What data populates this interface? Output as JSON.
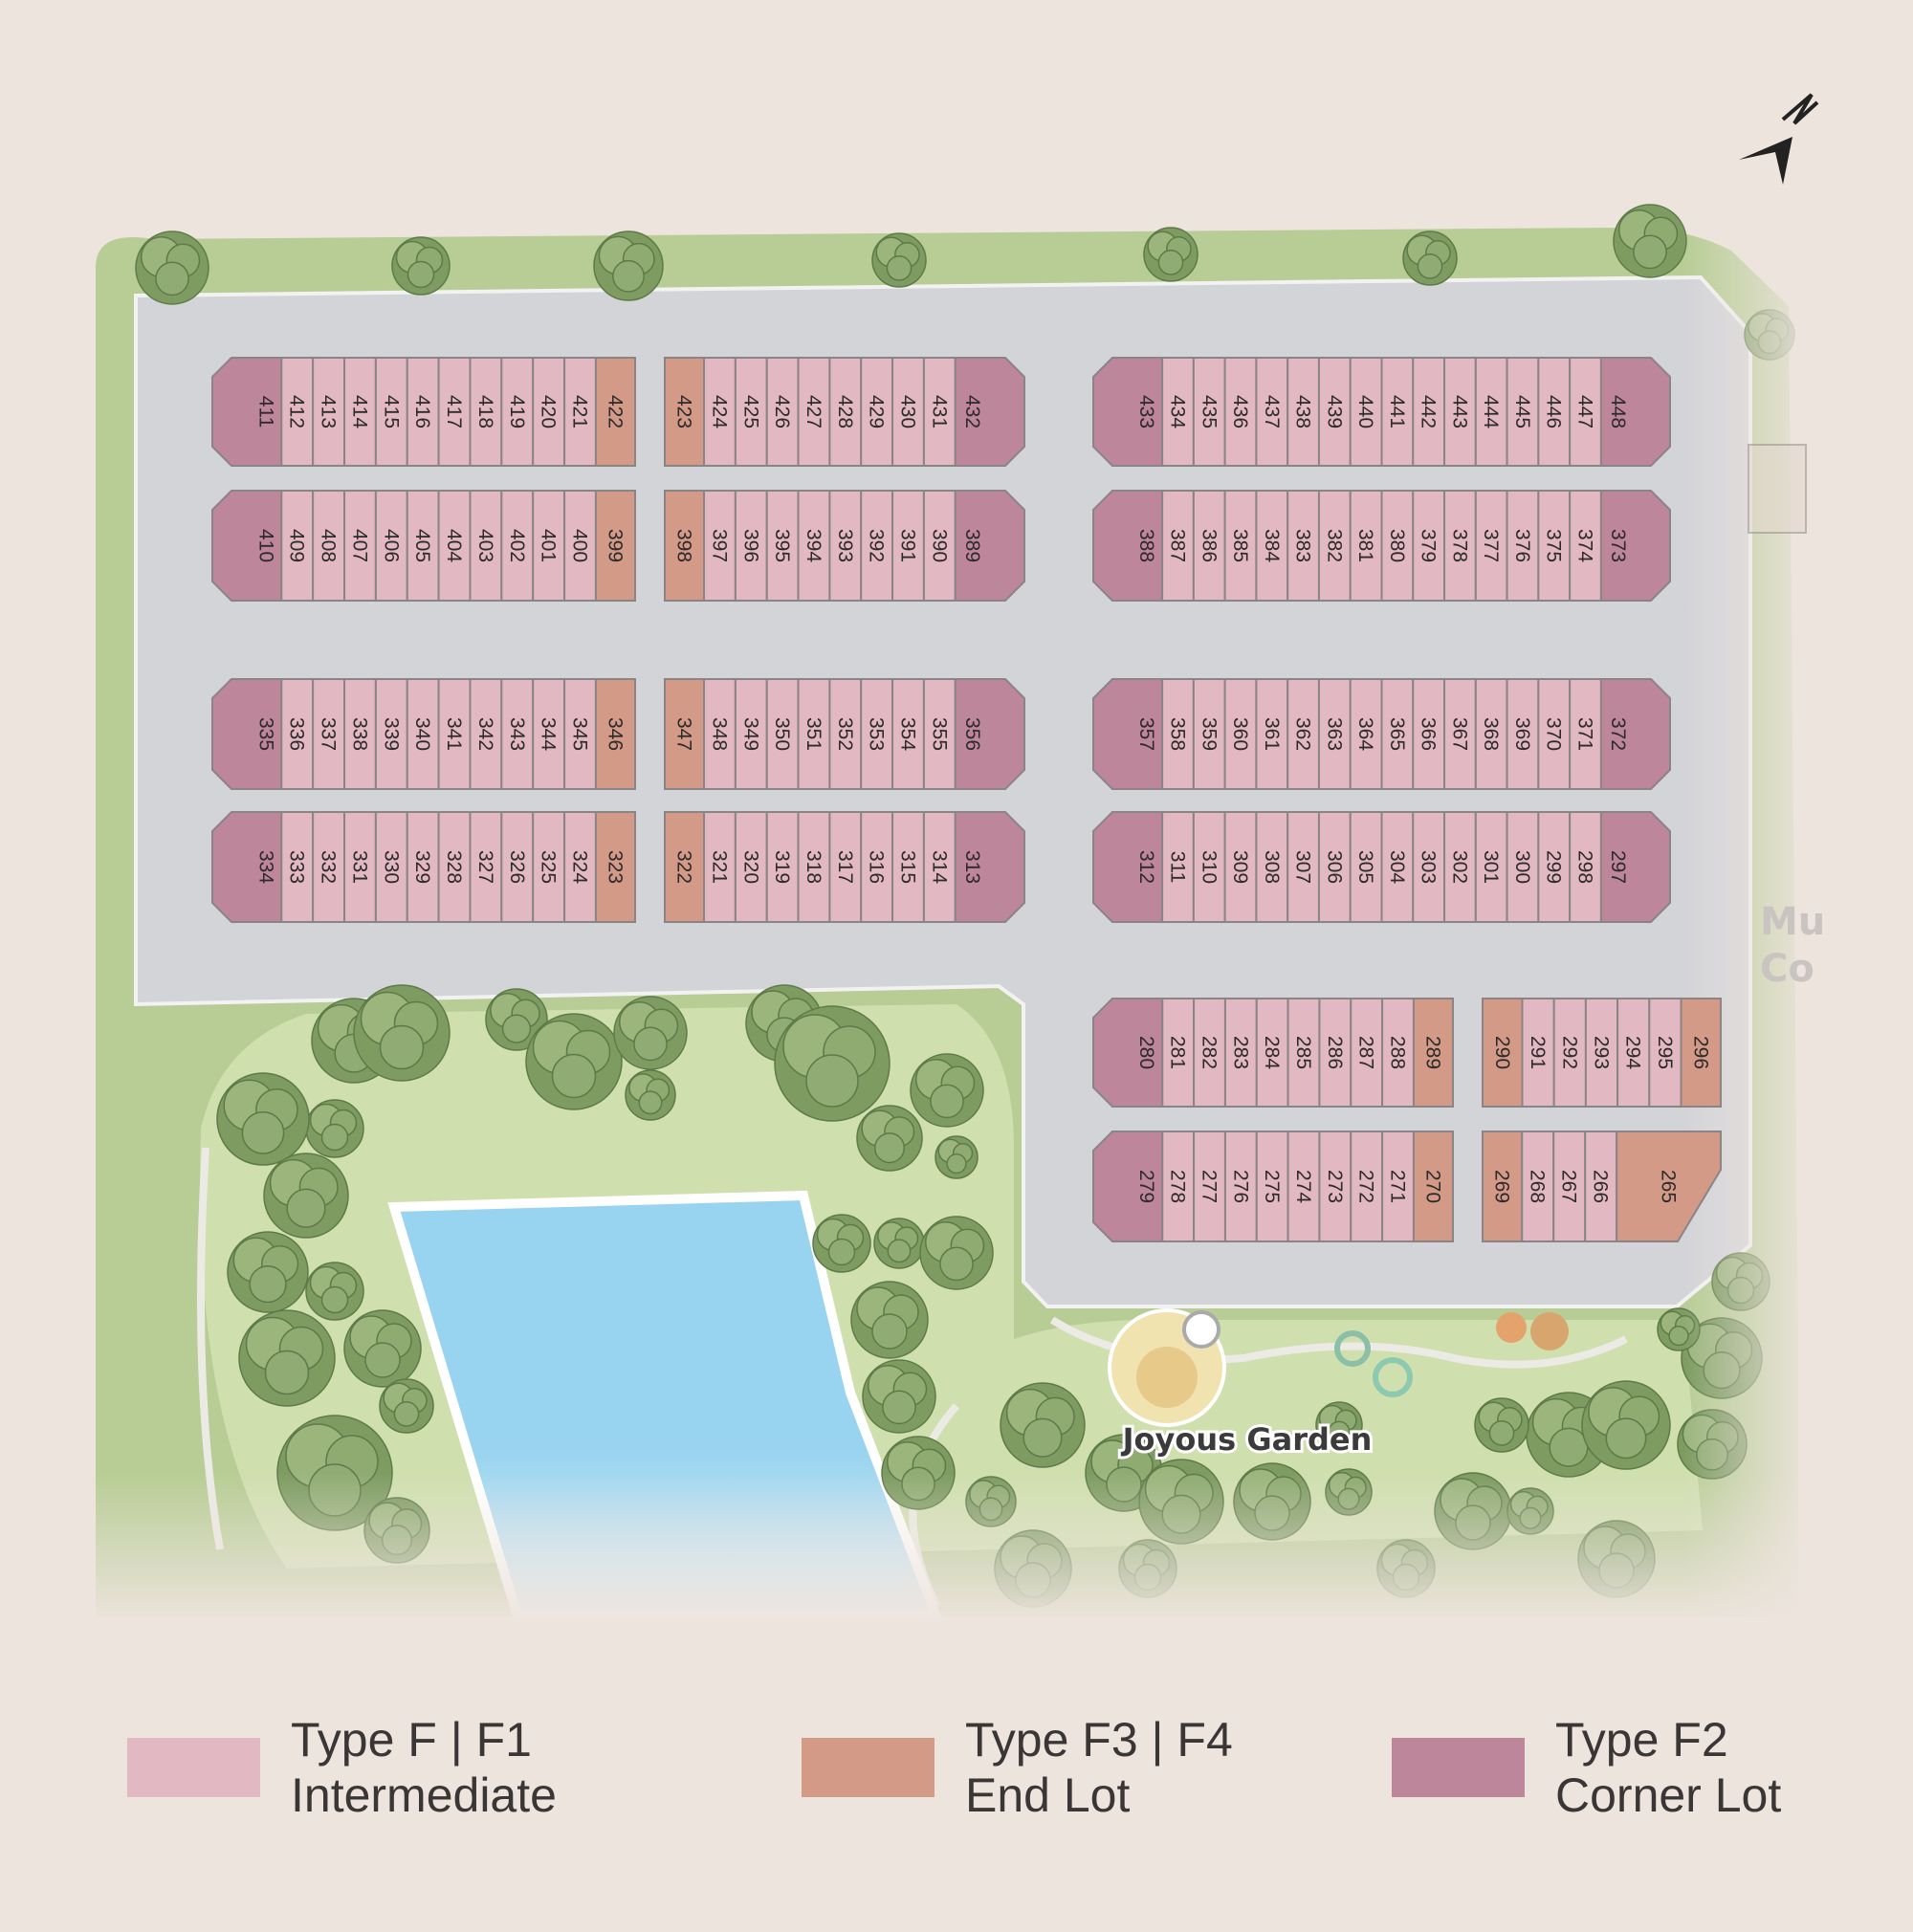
{
  "colors": {
    "background": "#ede4de",
    "road": "#d3d4d8",
    "grass": "#b8cd95",
    "pond": "#98d3ef",
    "intermediate": "#e2b8c3",
    "end_lot": "#d49a88",
    "corner_lot": "#bd869b",
    "lot_border": "#8a8486"
  },
  "compass": {
    "label": "N",
    "icon": "north-arrow-icon"
  },
  "labels": {
    "garden": "Joyous Garden",
    "clipped_facility_line1": "Mu",
    "clipped_facility_line2": "Co"
  },
  "blocks": [
    {
      "id": "A-left",
      "lots": [
        [
          "411",
          "corner"
        ],
        [
          "412",
          "int"
        ],
        [
          "413",
          "int"
        ],
        [
          "414",
          "int"
        ],
        [
          "415",
          "int"
        ],
        [
          "416",
          "int"
        ],
        [
          "417",
          "int"
        ],
        [
          "418",
          "int"
        ],
        [
          "419",
          "int"
        ],
        [
          "420",
          "int"
        ],
        [
          "421",
          "int"
        ],
        [
          "422",
          "end"
        ]
      ]
    },
    {
      "id": "A-mid",
      "lots": [
        [
          "423",
          "end"
        ],
        [
          "424",
          "int"
        ],
        [
          "425",
          "int"
        ],
        [
          "426",
          "int"
        ],
        [
          "427",
          "int"
        ],
        [
          "428",
          "int"
        ],
        [
          "429",
          "int"
        ],
        [
          "430",
          "int"
        ],
        [
          "431",
          "int"
        ],
        [
          "432",
          "corner"
        ]
      ]
    },
    {
      "id": "A-right",
      "lots": [
        [
          "433",
          "corner"
        ],
        [
          "434",
          "int"
        ],
        [
          "435",
          "int"
        ],
        [
          "436",
          "int"
        ],
        [
          "437",
          "int"
        ],
        [
          "438",
          "int"
        ],
        [
          "439",
          "int"
        ],
        [
          "440",
          "int"
        ],
        [
          "441",
          "int"
        ],
        [
          "442",
          "int"
        ],
        [
          "443",
          "int"
        ],
        [
          "444",
          "int"
        ],
        [
          "445",
          "int"
        ],
        [
          "446",
          "int"
        ],
        [
          "447",
          "int"
        ],
        [
          "448",
          "corner"
        ]
      ]
    },
    {
      "id": "B-left",
      "lots": [
        [
          "410",
          "corner"
        ],
        [
          "409",
          "int"
        ],
        [
          "408",
          "int"
        ],
        [
          "407",
          "int"
        ],
        [
          "406",
          "int"
        ],
        [
          "405",
          "int"
        ],
        [
          "404",
          "int"
        ],
        [
          "403",
          "int"
        ],
        [
          "402",
          "int"
        ],
        [
          "401",
          "int"
        ],
        [
          "400",
          "int"
        ],
        [
          "399",
          "end"
        ]
      ]
    },
    {
      "id": "B-mid",
      "lots": [
        [
          "398",
          "end"
        ],
        [
          "397",
          "int"
        ],
        [
          "396",
          "int"
        ],
        [
          "395",
          "int"
        ],
        [
          "394",
          "int"
        ],
        [
          "393",
          "int"
        ],
        [
          "392",
          "int"
        ],
        [
          "391",
          "int"
        ],
        [
          "390",
          "int"
        ],
        [
          "389",
          "corner"
        ]
      ]
    },
    {
      "id": "B-right",
      "lots": [
        [
          "388",
          "corner"
        ],
        [
          "387",
          "int"
        ],
        [
          "386",
          "int"
        ],
        [
          "385",
          "int"
        ],
        [
          "384",
          "int"
        ],
        [
          "383",
          "int"
        ],
        [
          "382",
          "int"
        ],
        [
          "381",
          "int"
        ],
        [
          "380",
          "int"
        ],
        [
          "379",
          "int"
        ],
        [
          "378",
          "int"
        ],
        [
          "377",
          "int"
        ],
        [
          "376",
          "int"
        ],
        [
          "375",
          "int"
        ],
        [
          "374",
          "int"
        ],
        [
          "373",
          "corner"
        ]
      ]
    },
    {
      "id": "C-left",
      "lots": [
        [
          "335",
          "corner"
        ],
        [
          "336",
          "int"
        ],
        [
          "337",
          "int"
        ],
        [
          "338",
          "int"
        ],
        [
          "339",
          "int"
        ],
        [
          "340",
          "int"
        ],
        [
          "341",
          "int"
        ],
        [
          "342",
          "int"
        ],
        [
          "343",
          "int"
        ],
        [
          "344",
          "int"
        ],
        [
          "345",
          "int"
        ],
        [
          "346",
          "end"
        ]
      ]
    },
    {
      "id": "C-mid",
      "lots": [
        [
          "347",
          "end"
        ],
        [
          "348",
          "int"
        ],
        [
          "349",
          "int"
        ],
        [
          "350",
          "int"
        ],
        [
          "351",
          "int"
        ],
        [
          "352",
          "int"
        ],
        [
          "353",
          "int"
        ],
        [
          "354",
          "int"
        ],
        [
          "355",
          "int"
        ],
        [
          "356",
          "corner"
        ]
      ]
    },
    {
      "id": "C-right",
      "lots": [
        [
          "357",
          "corner"
        ],
        [
          "358",
          "int"
        ],
        [
          "359",
          "int"
        ],
        [
          "360",
          "int"
        ],
        [
          "361",
          "int"
        ],
        [
          "362",
          "int"
        ],
        [
          "363",
          "int"
        ],
        [
          "364",
          "int"
        ],
        [
          "365",
          "int"
        ],
        [
          "366",
          "int"
        ],
        [
          "367",
          "int"
        ],
        [
          "368",
          "int"
        ],
        [
          "369",
          "int"
        ],
        [
          "370",
          "int"
        ],
        [
          "371",
          "int"
        ],
        [
          "372",
          "corner"
        ]
      ]
    },
    {
      "id": "D-left",
      "lots": [
        [
          "334",
          "corner"
        ],
        [
          "333",
          "int"
        ],
        [
          "332",
          "int"
        ],
        [
          "331",
          "int"
        ],
        [
          "330",
          "int"
        ],
        [
          "329",
          "int"
        ],
        [
          "328",
          "int"
        ],
        [
          "327",
          "int"
        ],
        [
          "326",
          "int"
        ],
        [
          "325",
          "int"
        ],
        [
          "324",
          "int"
        ],
        [
          "323",
          "end"
        ]
      ]
    },
    {
      "id": "D-mid",
      "lots": [
        [
          "322",
          "end"
        ],
        [
          "321",
          "int"
        ],
        [
          "320",
          "int"
        ],
        [
          "319",
          "int"
        ],
        [
          "318",
          "int"
        ],
        [
          "317",
          "int"
        ],
        [
          "316",
          "int"
        ],
        [
          "315",
          "int"
        ],
        [
          "314",
          "int"
        ],
        [
          "313",
          "corner"
        ]
      ]
    },
    {
      "id": "D-right",
      "lots": [
        [
          "312",
          "corner"
        ],
        [
          "311",
          "int"
        ],
        [
          "310",
          "int"
        ],
        [
          "309",
          "int"
        ],
        [
          "308",
          "int"
        ],
        [
          "307",
          "int"
        ],
        [
          "306",
          "int"
        ],
        [
          "305",
          "int"
        ],
        [
          "304",
          "int"
        ],
        [
          "303",
          "int"
        ],
        [
          "302",
          "int"
        ],
        [
          "301",
          "int"
        ],
        [
          "300",
          "int"
        ],
        [
          "299",
          "int"
        ],
        [
          "298",
          "int"
        ],
        [
          "297",
          "corner"
        ]
      ]
    },
    {
      "id": "E-left",
      "lots": [
        [
          "280",
          "corner"
        ],
        [
          "281",
          "int"
        ],
        [
          "282",
          "int"
        ],
        [
          "283",
          "int"
        ],
        [
          "284",
          "int"
        ],
        [
          "285",
          "int"
        ],
        [
          "286",
          "int"
        ],
        [
          "287",
          "int"
        ],
        [
          "288",
          "int"
        ],
        [
          "289",
          "end"
        ]
      ]
    },
    {
      "id": "E-right",
      "lots": [
        [
          "290",
          "end"
        ],
        [
          "291",
          "int"
        ],
        [
          "292",
          "int"
        ],
        [
          "293",
          "int"
        ],
        [
          "294",
          "int"
        ],
        [
          "295",
          "int"
        ],
        [
          "296",
          "end"
        ]
      ]
    },
    {
      "id": "F-left",
      "lots": [
        [
          "279",
          "corner"
        ],
        [
          "278",
          "int"
        ],
        [
          "277",
          "int"
        ],
        [
          "276",
          "int"
        ],
        [
          "275",
          "int"
        ],
        [
          "274",
          "int"
        ],
        [
          "273",
          "int"
        ],
        [
          "272",
          "int"
        ],
        [
          "271",
          "int"
        ],
        [
          "270",
          "end"
        ]
      ]
    },
    {
      "id": "F-right",
      "lots": [
        [
          "269",
          "end"
        ],
        [
          "268",
          "int"
        ],
        [
          "267",
          "int"
        ],
        [
          "266",
          "int"
        ],
        [
          "265",
          "end-wide"
        ]
      ]
    }
  ],
  "legend": [
    {
      "line1": "Type F | F1",
      "line2": "Intermediate",
      "color": "#e2b8c3"
    },
    {
      "line1": "Type F3 | F4",
      "line2": "End Lot",
      "color": "#d49a88"
    },
    {
      "line1": "Type F2",
      "line2": "Corner Lot",
      "color": "#bd869b"
    }
  ]
}
